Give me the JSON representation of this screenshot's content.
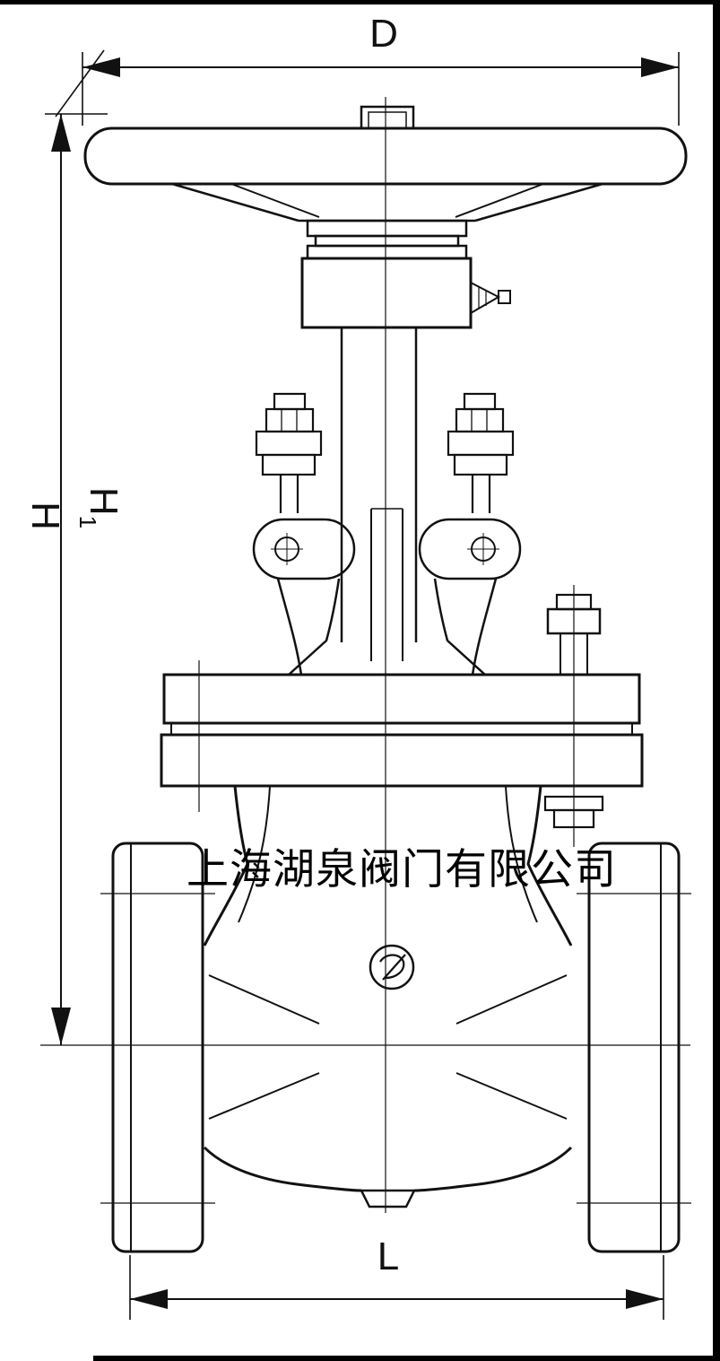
{
  "colors": {
    "line": "#111111",
    "background": "#ffffff",
    "border": "#000000"
  },
  "watermark": {
    "text": "上海湖泉阀门有限公司"
  },
  "dimensions": {
    "d": "D",
    "h": "H",
    "h1_base": "H",
    "h1_sub": "1",
    "l": "L"
  }
}
